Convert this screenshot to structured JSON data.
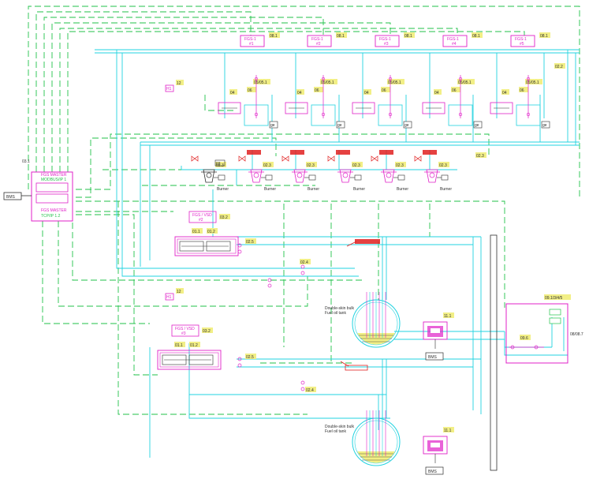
{
  "colors": {
    "cyan": "#22d3e0",
    "green": "#22c24a",
    "magenta": "#e020c8",
    "red": "#e02020",
    "yellow": "#f2ef86",
    "dark": "#303030"
  },
  "icons": [
    "valve-icon",
    "pump-icon",
    "burner-icon",
    "tank-icon",
    "sensor-icon",
    "control-cabinet-icon"
  ],
  "master": {
    "label_top": "FGS MASTER",
    "label_top2": "MODBUS/IP 1",
    "label_bottom": "FGS MASTER",
    "label_bottom2": "TCP/IP 1.2",
    "ref": "03.1",
    "bms": "BMS"
  },
  "top_boxes": [
    {
      "label": "FGS-1",
      "sub": "#1",
      "ref": "08.1"
    },
    {
      "label": "FGS-1",
      "sub": "#2",
      "ref": "08.1"
    },
    {
      "label": "FGS-1",
      "sub": "#3",
      "ref": "08.1"
    },
    {
      "label": "FGS-1",
      "sub": "#4",
      "ref": "08.1"
    },
    {
      "label": "FGS-1",
      "sub": "#5",
      "ref": "08.1"
    }
  ],
  "units": [
    {
      "ref04": "04",
      "ref0505": "05/05.1",
      "ref06": "06",
      "ge": "ge"
    },
    {
      "ref04": "04",
      "ref0505": "05/05.1",
      "ref06": "06",
      "ge": "ge"
    },
    {
      "ref04": "04",
      "ref0505": "05/05.1",
      "ref06": "06",
      "ge": "ge"
    },
    {
      "ref04": "04",
      "ref0505": "05/05.1",
      "ref06": "06",
      "ge": "ge"
    },
    {
      "ref04": "04",
      "ref0505": "05/05.1",
      "ref06": "06",
      "ge": "ge"
    }
  ],
  "refs": {
    "r22": "02.2",
    "r12a": "12",
    "h1a": "H1",
    "r12b": "12",
    "h1b": "H1",
    "r03": "03",
    "r023": "02.3",
    "r025a": "02.5",
    "r025b": "02.5",
    "r024a": "02.4",
    "r024b": "02.4",
    "r111a": "11.1",
    "r111b": "11.1",
    "r0915": "09.1/3/4/5",
    "r0906": "09.6",
    "r0807": "08/08.7"
  },
  "burners": [
    {
      "ref": "02.3",
      "label": "Burner"
    },
    {
      "ref": "02.3",
      "label": "Burner"
    },
    {
      "ref": "02.3",
      "label": "Burner"
    },
    {
      "ref": "02.3",
      "label": "Burner"
    },
    {
      "ref": "02.3",
      "label": "Burner"
    },
    {
      "ref": "02.3",
      "label": "Burner"
    }
  ],
  "vsd": [
    {
      "label": "FGS / VSD",
      "sub": "#2",
      "ref": "03.2",
      "r1": "01.1",
      "r2": "01.2"
    },
    {
      "label": "FGS / VSD",
      "sub": "#3",
      "ref": "03.2",
      "r1": "01.1",
      "r2": "01.2"
    }
  ],
  "tanks": [
    {
      "title1": "Double-skin bulk",
      "title2": "Fuel oil tank",
      "bms": "BMS"
    },
    {
      "title1": "Double-skin bulk",
      "title2": "Fuel oil tank",
      "bms": "BMS"
    }
  ]
}
